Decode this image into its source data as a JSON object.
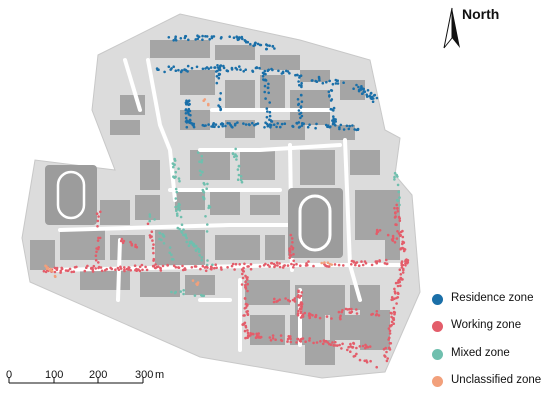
{
  "north_arrow": {
    "label": "North",
    "icon": "north-arrow-icon"
  },
  "legend": {
    "items": [
      {
        "label": "Residence zone",
        "color": "#1a6fa8"
      },
      {
        "label": "Working zone",
        "color": "#e35d6a"
      },
      {
        "label": "Mixed zone",
        "color": "#6fbfae"
      },
      {
        "label": "Unclassified zone",
        "color": "#f2a07b"
      }
    ]
  },
  "scale_bar": {
    "ticks": [
      "0",
      "100",
      "200",
      "300"
    ],
    "unit": "m"
  },
  "colors": {
    "campus": "#dcdcdc",
    "building": "#a5a5a5",
    "road": "#ffffff",
    "background": "#ffffff"
  }
}
